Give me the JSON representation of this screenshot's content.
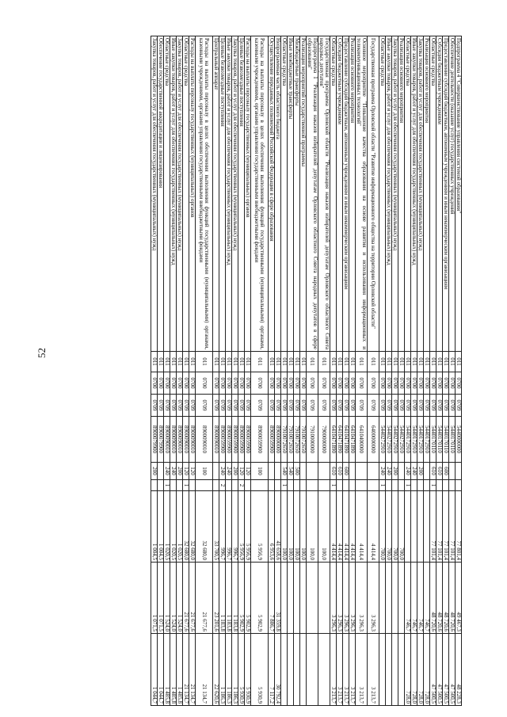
{
  "page_number": "52",
  "rows": [
    {
      "name": "Подпрограмма 4 \"Совершенствование управления системой образования\"",
      "grbs": "011",
      "rz": "0700",
      "pr": "0709",
      "csr": "5440000000",
      "vr": "",
      "m": "",
      "v1": "77 801,4",
      "v2": "49 467,3",
      "v3": "48 228,3"
    },
    {
      "name": "Обеспечение деятельности (оказание услуг) государственных учреждений",
      "grbs": "011",
      "rz": "0700",
      "pr": "0709",
      "csr": "5440170110",
      "vr": "",
      "m": "",
      "v1": "77 101,4",
      "v2": "48 720,6",
      "v3": "47 500,5"
    },
    {
      "name": "Предоставление субсидий бюджетным, автономным учреждениям и иным некоммерческим организациям",
      "grbs": "011",
      "rz": "0700",
      "pr": "0709",
      "csr": "5440170110",
      "vr": "600",
      "m": "",
      "v1": "77 101,4",
      "v2": "48 720,6",
      "v3": "47 500,5"
    },
    {
      "name": "Субсидии бюджетным учреждениям",
      "grbs": "011",
      "rz": "0700",
      "pr": "0709",
      "csr": "5440170110",
      "vr": "610",
      "m": "",
      "v1": "77 101,4",
      "v2": "48 720,6",
      "v3": "47 500,5"
    },
    {
      "name": "Областные средства",
      "grbs": "011",
      "rz": "0700",
      "pr": "0709",
      "csr": "5440170110",
      "vr": "610",
      "m": "1",
      "v1": "77 101,4",
      "v2": "48 720,6",
      "v3": "47 500,5"
    },
    {
      "name": "Реализация основного мероприятия",
      "grbs": "011",
      "rz": "0700",
      "pr": "0709",
      "csr": "5440172910",
      "vr": "",
      "m": "",
      "v1": "",
      "v2": "746,7",
      "v3": "728,0"
    },
    {
      "name": "Закупка товаров, работ и услуг для обеспечения государственных (муниципальных) нужд",
      "grbs": "011",
      "rz": "0700",
      "pr": "0709",
      "csr": "5440172910",
      "vr": "200",
      "m": "",
      "v1": "",
      "v2": "746,7",
      "v3": "728,0"
    },
    {
      "name": "Иные закупки товаров, работ и услуг для обеспечения государственных (муниципальных) нужд",
      "grbs": "011",
      "rz": "0700",
      "pr": "0709",
      "csr": "5440172910",
      "vr": "240",
      "m": "",
      "v1": "",
      "v2": "746,7",
      "v3": "728,0"
    },
    {
      "name": "Областные средства",
      "grbs": "011",
      "rz": "0700",
      "pr": "0709",
      "csr": "5440172910",
      "vr": "240",
      "m": "1",
      "v1": "",
      "v2": "746,7",
      "v3": "728,0"
    },
    {
      "name": "Реализация основного мероприятия",
      "grbs": "011",
      "rz": "0700",
      "pr": "0709",
      "csr": "5440272910",
      "vr": "",
      "m": "",
      "v1": "700,0",
      "v2": "",
      "v3": ""
    },
    {
      "name": "Закупка товаров, работ и услуг для обеспечения государственных (муниципальных) нужд",
      "grbs": "011",
      "rz": "0700",
      "pr": "0709",
      "csr": "5440272910",
      "vr": "200",
      "m": "",
      "v1": "700,0",
      "v2": "",
      "v3": ""
    },
    {
      "name": "Иные закупки товаров, работ и услуг для обеспечения государственных (муниципальных) нужд",
      "grbs": "011",
      "rz": "0700",
      "pr": "0709",
      "csr": "5440272910",
      "vr": "240",
      "m": "",
      "v1": "700,0",
      "v2": "",
      "v3": ""
    },
    {
      "name": "Областные средства",
      "grbs": "011",
      "rz": "0700",
      "pr": "0709",
      "csr": "5440272910",
      "vr": "240",
      "m": "1",
      "v1": "700,0",
      "v2": "",
      "v3": ""
    },
    {
      "name": "Государственная программа Орловской области \"Развитие информационного общества на территории Орловской области\"",
      "grbs": "011",
      "rz": "0700",
      "pr": "0709",
      "csr": "6400000000",
      "vr": "",
      "m": "",
      "v1": "4 414,4",
      "v2": "3 296,3",
      "v3": "3 213,7",
      "h": 2
    },
    {
      "name": "Основное мероприятие \"Повышение качества образования на основе развития и использования информационных и телекоммуникационных технологий\"",
      "grbs": "011",
      "rz": "0700",
      "pr": "0709",
      "csr": "6410400000",
      "vr": "",
      "m": "",
      "v1": "4 414,4",
      "v2": "3 296,3",
      "v3": "3 213,7",
      "h": 2
    },
    {
      "name": "Реализация основного мероприятия",
      "grbs": "011",
      "rz": "0700",
      "pr": "0709",
      "csr": "6410471890",
      "vr": "",
      "m": "",
      "v1": "4 414,4",
      "v2": "3 296,3",
      "v3": "3 213,7"
    },
    {
      "name": "Предоставление субсидий бюджетным, автономным учреждениям и иным некоммерческим организациям",
      "grbs": "011",
      "rz": "0700",
      "pr": "0709",
      "csr": "6410471890",
      "vr": "600",
      "m": "",
      "v1": "4 414,4",
      "v2": "3 296,3",
      "v3": "3 213,7"
    },
    {
      "name": "Субсидии бюджетным учреждениям",
      "grbs": "011",
      "rz": "0700",
      "pr": "0709",
      "csr": "6410471890",
      "vr": "610",
      "m": "",
      "v1": "4 414,4",
      "v2": "3 296,3",
      "v3": "3 213,7"
    },
    {
      "name": "Областные средства",
      "grbs": "011",
      "rz": "0700",
      "pr": "0709",
      "csr": "6410471890",
      "vr": "610",
      "m": "1",
      "v1": "4 414,4",
      "v2": "3 296,3",
      "v3": "3 213,7"
    },
    {
      "name": "Государственная программа Орловской области \"Реализация наказов избирателей депутатам Орловского областного Совета народных депутатов\"",
      "grbs": "011",
      "rz": "0700",
      "pr": "0709",
      "csr": "7900000000",
      "vr": "",
      "m": "",
      "v1": "100,0",
      "v2": "",
      "v3": "",
      "h": 2
    },
    {
      "name": "Подпрограмма 1 \"Реализация наказов избирателей депутатам Орловского областного Совета народных депутатов в сфере образования\"",
      "grbs": "011",
      "rz": "0700",
      "pr": "0709",
      "csr": "7910000000",
      "vr": "",
      "m": "",
      "v1": "100,0",
      "v2": "",
      "v3": "",
      "h": 2
    },
    {
      "name": "Реализация мероприятий государственной программы",
      "grbs": "011",
      "rz": "0700",
      "pr": "0709",
      "csr": "7910072650",
      "vr": "",
      "m": "",
      "v1": "100,0",
      "v2": "",
      "v3": ""
    },
    {
      "name": "Межбюджетные трансферты",
      "grbs": "011",
      "rz": "0700",
      "pr": "0709",
      "csr": "7910072650",
      "vr": "500",
      "m": "",
      "v1": "100,0",
      "v2": "",
      "v3": ""
    },
    {
      "name": "Иные межбюджетные трансферты",
      "grbs": "011",
      "rz": "0700",
      "pr": "0709",
      "csr": "7910072650",
      "vr": "540",
      "m": "",
      "v1": "100,0",
      "v2": "",
      "v3": ""
    },
    {
      "name": "Областные средства",
      "grbs": "011",
      "rz": "0700",
      "pr": "0709",
      "csr": "7910072650",
      "vr": "540",
      "m": "1",
      "v1": "100,0",
      "v2": "",
      "v3": ""
    },
    {
      "name": "Непрограммная часть областного бюджета",
      "grbs": "011",
      "rz": "0700",
      "pr": "0709",
      "csr": "8900000000",
      "vr": "",
      "m": "",
      "v1": "41 658,6",
      "v2": "31 359,8",
      "v3": "30 792,4"
    },
    {
      "name": "Осуществление переданных полномочий Российской Федерации в сфере образования",
      "grbs": "011",
      "rz": "0700",
      "pr": "0709",
      "csr": "8900059900",
      "vr": "",
      "m": "",
      "v1": "6 953,6",
      "v2": "7 886,7",
      "v3": "7 117,2"
    },
    {
      "name": "Расходы на выплаты персоналу в целях обеспечения выполнения функций государственными (муниципальными) органами, казенными учреждениями, органами управления государственными внебюджетными фондами",
      "grbs": "011",
      "rz": "0700",
      "pr": "0709",
      "csr": "8900059900",
      "vr": "100",
      "m": "",
      "v1": "5 956,9",
      "v2": "5 902,9",
      "v3": "5 930,9",
      "h": 3
    },
    {
      "name": "Расходы на выплаты персоналу государственных (муниципальных) органов",
      "grbs": "011",
      "rz": "0700",
      "pr": "0709",
      "csr": "8900059900",
      "vr": "120",
      "m": "",
      "v1": "5 956,9",
      "v2": "5 902,9",
      "v3": "5 930,9"
    },
    {
      "name": "Целевые безвозмездные поступления",
      "grbs": "011",
      "rz": "0700",
      "pr": "0709",
      "csr": "8900059900",
      "vr": "120",
      "m": "2",
      "v1": "5 956,9",
      "v2": "5 902,9",
      "v3": "5 930,9"
    },
    {
      "name": "Закупка товаров, работ и услуг для обеспечения государственных (муниципальных) нужд",
      "grbs": "011",
      "rz": "0700",
      "pr": "0709",
      "csr": "8900059900",
      "vr": "200",
      "m": "",
      "v1": "996,7",
      "v2": "1 183,8",
      "v3": "1 186,3"
    },
    {
      "name": "Иные закупки товаров, работ и услуг для обеспечения государственных (муниципальных) нужд",
      "grbs": "011",
      "rz": "0700",
      "pr": "0709",
      "csr": "8900059900",
      "vr": "240",
      "m": "",
      "v1": "996,7",
      "v2": "1 183,8",
      "v3": "1 186,3"
    },
    {
      "name": "Целевые безвозмездные поступления",
      "grbs": "011",
      "rz": "0700",
      "pr": "0709",
      "csr": "8900059900",
      "vr": "240",
      "m": "2",
      "v1": "996,7",
      "v2": "1 183,8",
      "v3": "1 186,3"
    },
    {
      "name": "Центральный аппарат",
      "grbs": "011",
      "rz": "0700",
      "pr": "0709",
      "csr": "8900090010",
      "vr": "",
      "m": "",
      "v1": "33 700,5",
      "v2": "23 201,6",
      "v3": "22 620,6"
    },
    {
      "name": "Расходы на выплаты персоналу в целях обеспечения выполнения функций государственными (муниципальными) органами, казенными учреждениями, органами управления государственными внебюджетными фондами",
      "grbs": "011",
      "rz": "0700",
      "pr": "0709",
      "csr": "8900090010",
      "vr": "100",
      "m": "",
      "v1": "32 680,0",
      "v2": "21 677,6",
      "v3": "21 134,7",
      "h": 3
    },
    {
      "name": "Расходы на выплаты персоналу государственных (муниципальных) органов",
      "grbs": "011",
      "rz": "0700",
      "pr": "0709",
      "csr": "8900090010",
      "vr": "120",
      "m": "",
      "v1": "32 680,0",
      "v2": "21 677,6",
      "v3": "21 134,7"
    },
    {
      "name": "Областные средства",
      "grbs": "011",
      "rz": "0700",
      "pr": "0709",
      "csr": "8900090010",
      "vr": "120",
      "m": "1",
      "v1": "32 680,0",
      "v2": "21 677,6",
      "v3": "21 134,7"
    },
    {
      "name": "Закупка товаров, работ и услуг для обеспечения государственных (муниципальных) нужд",
      "grbs": "011",
      "rz": "0700",
      "pr": "0709",
      "csr": "8900090010",
      "vr": "200",
      "m": "",
      "v1": "1 020,5",
      "v2": "1 524,0",
      "v3": "1 485,8"
    },
    {
      "name": "Иные закупки товаров, работ и услуг для обеспечения государственных (муниципальных) нужд",
      "grbs": "011",
      "rz": "0700",
      "pr": "0709",
      "csr": "8900090010",
      "vr": "240",
      "m": "",
      "v1": "1 020,5",
      "v2": "1 524,0",
      "v3": "1 485,8"
    },
    {
      "name": "Областные средства",
      "grbs": "011",
      "rz": "0700",
      "pr": "0709",
      "csr": "8900090010",
      "vr": "240",
      "m": "1",
      "v1": "1 020,5",
      "v2": "1 524,0",
      "v3": "1 485,8"
    },
    {
      "name": "Обеспечение государственной аккредитации и лицензирования",
      "grbs": "011",
      "rz": "0700",
      "pr": "0709",
      "csr": "8900079900",
      "vr": "",
      "m": "",
      "v1": "1 004,5",
      "v2": "1 071,5",
      "v3": "1 044,7"
    },
    {
      "name": "Закупка товаров, работ и услуг для обеспечения государственных (муниципальных) нужд",
      "grbs": "011",
      "rz": "0700",
      "pr": "0709",
      "csr": "8900079900",
      "vr": "200",
      "m": "",
      "v1": "1 004,5",
      "v2": "1 071,5",
      "v3": "1 044,7"
    }
  ]
}
